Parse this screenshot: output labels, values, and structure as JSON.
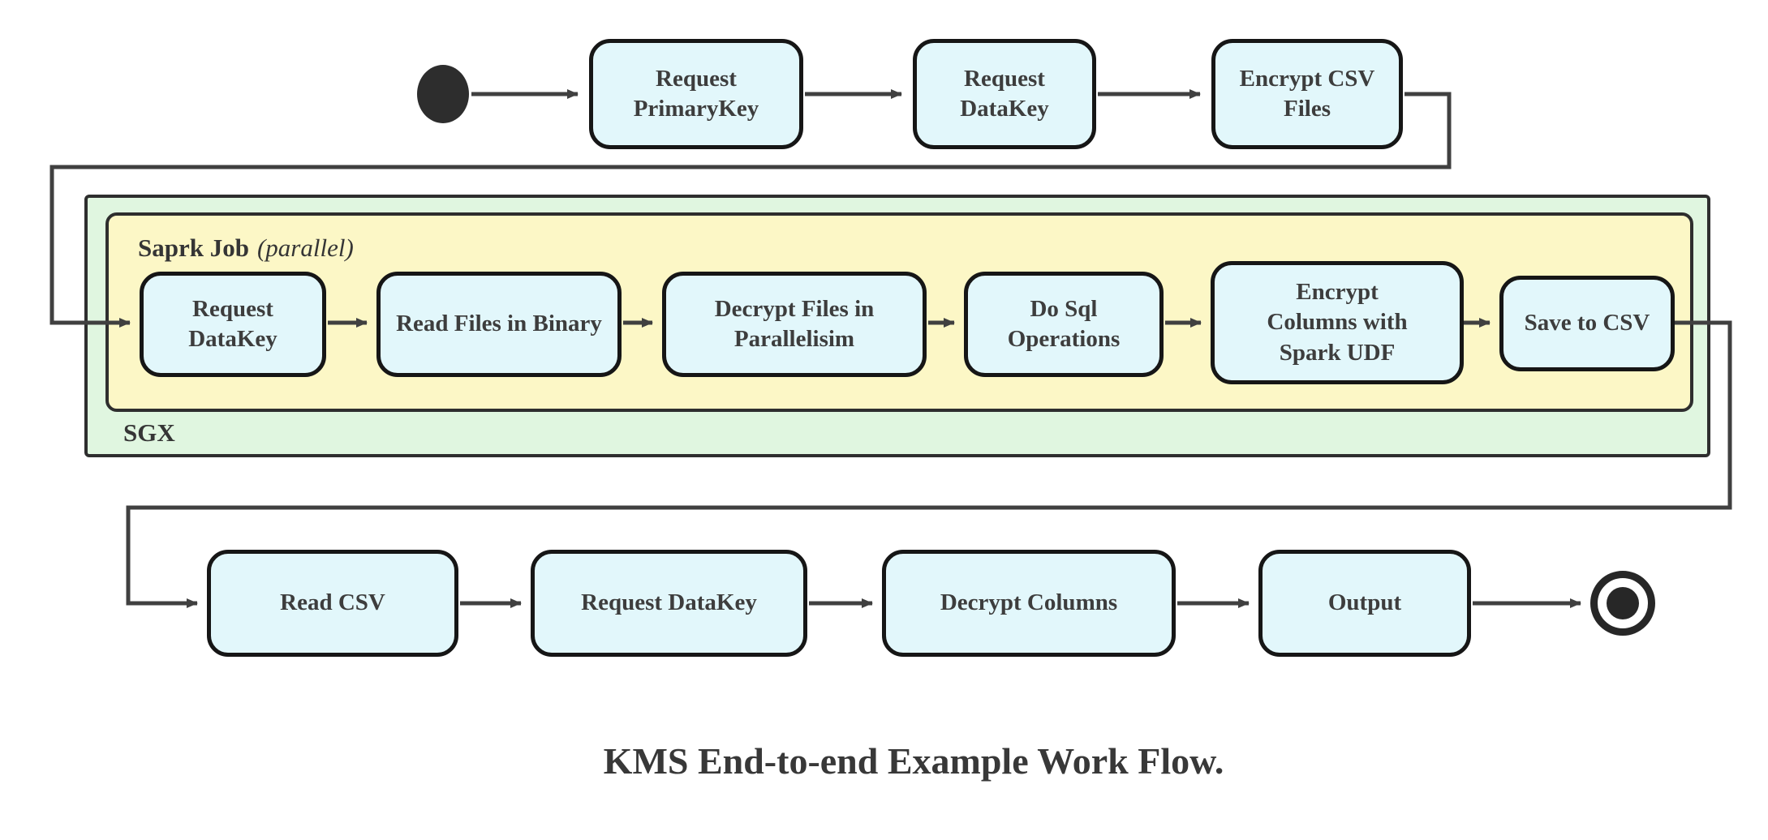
{
  "diagram": {
    "caption": "KMS End-to-end Example Work Flow.",
    "containers": {
      "sgx": {
        "label": "SGX"
      },
      "spark_job": {
        "title": "Saprk Job",
        "subtitle": "(parallel)"
      }
    },
    "nodes": {
      "top": [
        "Request PrimaryKey",
        "Request DataKey",
        "Encrypt CSV Files"
      ],
      "middle": [
        "Request DataKey",
        "Read Files in Binary",
        "Decrypt Files in Parallelisim",
        "Do Sql Operations",
        "Encrypt Columns with Spark UDF",
        "Save to CSV"
      ],
      "bottom": [
        "Read CSV",
        "Request DataKey",
        "Decrypt Columns",
        "Output"
      ]
    },
    "terminals": {
      "start": "initial-state",
      "end": "final-state"
    },
    "colors": {
      "node_fill": "#e2f7fb",
      "node_border": "#161616",
      "spark_fill": "#fcf7c6",
      "sgx_fill": "#e0f6e0",
      "container_border": "#2e2e2e",
      "line": "#404040",
      "text": "#3d3d3d"
    }
  }
}
